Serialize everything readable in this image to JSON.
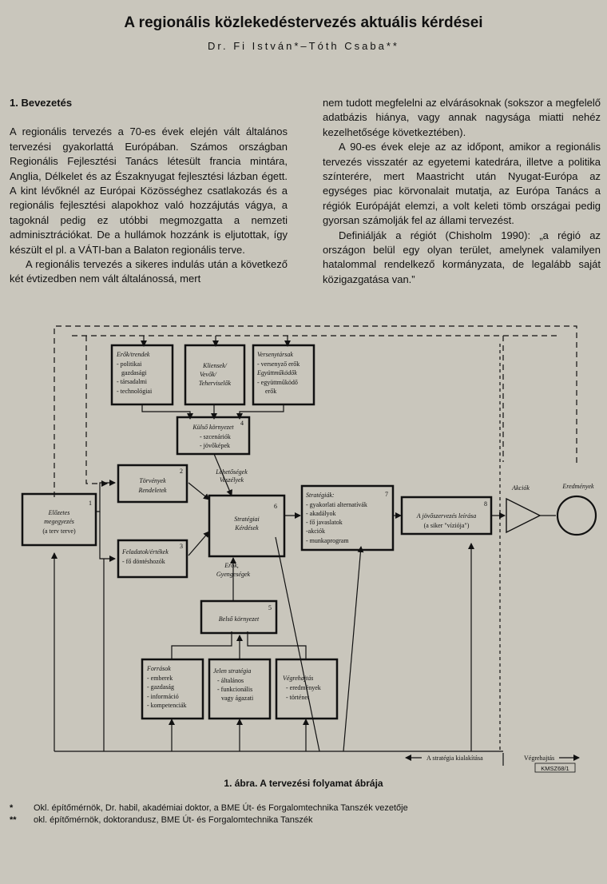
{
  "title": "A regionális közlekedéstervezés aktuális kérdései",
  "authors": "Dr. Fi István*–Tóth Csaba**",
  "section_heading": "1.  Bevezetés",
  "left_paragraphs": [
    "A regionális tervezés a 70-es évek elején vált általános tervezési gyakorlattá Európában. Számos országban Regionális Fejlesztési Tanács létesült francia mintára, Anglia, Délkelet és az Északnyugat fejlesztési lázban égett. A kint lévőknél az Európai Közösséghez csatlakozás és a regionális fejlesztési alapokhoz való hozzájutás vágya, a tagoknál pedig ez utóbbi megmozgatta a nemzeti adminisztrációkat. De a hullámok hozzánk is eljutottak, így készült el pl. a VÁTI-ban a Balaton regionális terve.",
    "A regionális tervezés a sikeres indulás után a következő két évtizedben nem vált általánossá, mert"
  ],
  "right_paragraphs": [
    "nem tudott megfelelni az elvárásoknak (sokszor a megfelelő adatbázis hiánya, vagy annak nagysága miatti nehéz kezelhetősége következtében).",
    "A 90-es évek eleje az az időpont, amikor a regionális tervezés visszatér az egyetemi katedrára, illetve a politika színterére, mert Maastricht után Nyugat-Európa az egységes piac körvonalait mutatja, az Európa Tanács a régiók Európáját elemzi, a volt keleti tömb országai pedig gyorsan számolják fel az állami tervezést.",
    "Definiálják a régiót (Chisholm 1990): „a régió az országon belül egy olyan terület, amelynek valamilyen hatalommal rendelkező kormányzata, de legalább saját közigazgatása van.”"
  ],
  "diagram": {
    "box_eroktrendek": {
      "title": "Erők/trendek",
      "items": [
        "- politikai",
        "gazdasági",
        "- társadalmi",
        "- technológiai"
      ]
    },
    "box_kliensek": {
      "lines": [
        "Kliensek/",
        "Vevők/",
        "Teherviselők"
      ]
    },
    "box_versenytarsak": {
      "title": "Versenytársak",
      "items": [
        "- versenyző erők",
        "Együttműködők",
        "- együttműködő",
        "erők"
      ]
    },
    "box4": {
      "num": "4",
      "title": "Külső környezet",
      "items": [
        "- szcenáriók",
        "- jövőképek"
      ]
    },
    "lehetosegek": [
      "Lehetőségek",
      "Veszélyek"
    ],
    "box2": {
      "num": "2",
      "lines": [
        "Törvények",
        "Rendeletek"
      ]
    },
    "box1": {
      "num": "1",
      "lines": [
        "Előzetes",
        "megegyezés",
        "(a terv terve)"
      ]
    },
    "box6": {
      "num": "6",
      "lines": [
        "Stratégiai",
        "Kérdések"
      ]
    },
    "box3": {
      "num": "3",
      "title": "Feladatok/értékek",
      "items": [
        "- fő döntéshozók"
      ]
    },
    "box7": {
      "num": "7",
      "title": "Stratégiák:",
      "items": [
        "- gyakorlati alternatívák",
        "- akadályok",
        "- fő javaslatok",
        "-akciók",
        "- munkaprogram"
      ]
    },
    "box8": {
      "num": "8",
      "lines": [
        "A jövőszervezés leírása",
        "(a siker \"víziója\")"
      ]
    },
    "akciok": "Akciók",
    "eredmenyek": "Eredmények",
    "erok": [
      "Erők,",
      "Gyengeségek"
    ],
    "box5": {
      "num": "5",
      "title": "Belső környezet"
    },
    "box_forrasok": {
      "title": "Források",
      "items": [
        "- emberek",
        "- gazdaság",
        "- információ",
        "- kompetenciák"
      ]
    },
    "box_jelen": {
      "title": "Jelen stratégia",
      "items": [
        "- általános",
        "- funkcionális",
        "vagy ágazati"
      ]
    },
    "box_vegrehajtas": {
      "title": "Végrehajtás",
      "items": [
        "- eredmények",
        "- történet"
      ]
    },
    "bottom_left_label": "A stratégia kialakítása",
    "bottom_right_label": "Végrehajtás",
    "code": "KMSZ68/1"
  },
  "figure_caption": "1. ábra. A tervezési folyamat ábrája",
  "footnotes": [
    {
      "mark": "*",
      "text": "Okl. építőmérnök, Dr. habil, akadémiai doktor, a BME Út- és Forgalomtechnika Tanszék vezetője"
    },
    {
      "mark": "**",
      "text": "okl. építőmérnök, doktorandusz, BME Út- és Forgalomtechnika Tanszék"
    }
  ]
}
